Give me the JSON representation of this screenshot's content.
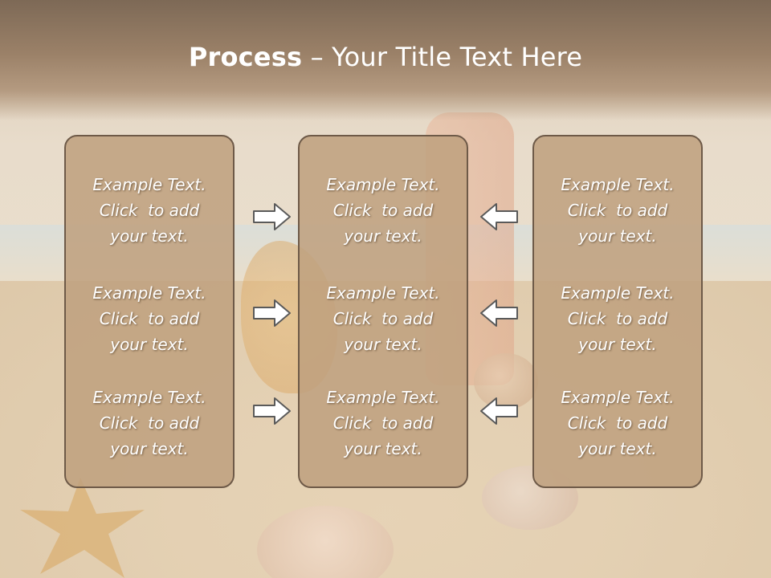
{
  "slide": {
    "title_bold": "Process",
    "title_rest": " – Your Title Text Here"
  },
  "boxes": [
    {
      "items": [
        {
          "line1": "Example Text.",
          "line2": "Click  to add",
          "line3": "your text."
        },
        {
          "line1": "Example Text.",
          "line2": "Click  to add",
          "line3": "your text."
        },
        {
          "line1": "Example Text.",
          "line2": "Click  to add",
          "line3": "your text."
        }
      ]
    },
    {
      "items": [
        {
          "line1": "Example Text.",
          "line2": "Click  to add",
          "line3": "your text."
        },
        {
          "line1": "Example Text.",
          "line2": "Click  to add",
          "line3": "your text."
        },
        {
          "line1": "Example Text.",
          "line2": "Click  to add",
          "line3": "your text."
        }
      ]
    },
    {
      "items": [
        {
          "line1": "Example Text.",
          "line2": "Click  to add",
          "line3": "your text."
        },
        {
          "line1": "Example Text.",
          "line2": "Click  to add",
          "line3": "your text."
        },
        {
          "line1": "Example Text.",
          "line2": "Click  to add",
          "line3": "your text."
        }
      ]
    }
  ],
  "icons": {
    "left_arrows": "arrow-right-icon",
    "right_arrows": "arrow-left-icon"
  },
  "colors": {
    "header": "#8a735d",
    "box_fill": "#bea07e",
    "box_border": "#6e5a48",
    "arrow_fill": "#ffffff",
    "arrow_stroke": "#5a5a5a"
  }
}
